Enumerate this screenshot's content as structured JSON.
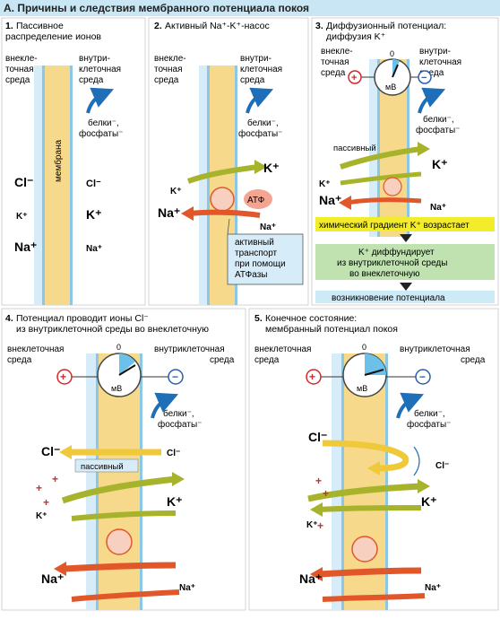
{
  "title": "А. Причины и следствия мембранного потенциала покоя",
  "panels": {
    "p1": {
      "number": "1.",
      "heading_line1": "Пассивное",
      "heading_line2": "распределение ионов",
      "outside_label": [
        "внекле-",
        "точная",
        "среда"
      ],
      "inside_label": [
        "внутри-",
        "клеточная",
        "среда"
      ],
      "membrane_label": "мембрана",
      "proteins_label": "белки⁻,",
      "phosphates_label": "фосфаты⁻",
      "ions_out": [
        "Cl⁻",
        "K⁺",
        "Na⁺"
      ],
      "ions_in": [
        "Cl⁻",
        "K⁺",
        "Na⁺"
      ]
    },
    "p2": {
      "number": "2.",
      "heading": "Активный Na⁺-K⁺-насос",
      "outside_label": [
        "внекле-",
        "точная",
        "среда"
      ],
      "inside_label": [
        "внутри-",
        "клеточная",
        "среда"
      ],
      "proteins_label": "белки⁻,",
      "phosphates_label": "фосфаты⁻",
      "k_in": "K⁺",
      "k_out": "K⁺",
      "atp": "АТФ",
      "na_out": "Na⁺",
      "na_in": "Na⁺",
      "note": [
        "активный",
        "транспорт",
        "при помощи",
        "АТФазы"
      ]
    },
    "p3": {
      "number": "3.",
      "heading_line1": "Диффузионный потенциал:",
      "heading_line2": "диффузия K⁺",
      "outside_label": [
        "внекле-",
        "точная",
        "среда"
      ],
      "inside_label": [
        "внутри-",
        "клеточная",
        "среда"
      ],
      "meter_zero": "0",
      "meter_unit": "мВ",
      "plus": "+",
      "minus": "−",
      "proteins_label": "белки⁻,",
      "phosphates_label": "фосфаты⁻",
      "passive": "пассивный",
      "k_in": "K⁺",
      "k_out": "K⁺",
      "na_out": "Na⁺",
      "na_in": "Na⁺",
      "flow": [
        "химический градиент K⁺ возрастает",
        "K⁺ диффундирует",
        "из внутриклеточной среды",
        "во внеклеточную",
        "возникновение потенциала"
      ]
    },
    "p4": {
      "number": "4.",
      "heading_line1": "Потенциал проводит ионы Cl⁻",
      "heading_line2": "из внутриклеточной среды во внеклеточную",
      "outside_label": [
        "внеклеточная",
        "среда"
      ],
      "inside_label": [
        "внутриклеточная",
        "среда"
      ],
      "meter_zero": "0",
      "meter_unit": "мВ",
      "plus": "+",
      "minus": "−",
      "proteins_label": "белки⁻,",
      "phosphates_label": "фосфаты⁻",
      "cl_out": "Cl⁻",
      "cl_in": "Cl⁻",
      "passive": "пассивный",
      "k_in": "K⁺",
      "k_out": "K⁺",
      "na_out": "Na⁺",
      "na_in": "Na⁺"
    },
    "p5": {
      "number": "5.",
      "heading_line1": "Конечное состояние:",
      "heading_line2": "мембранный потенциал покоя",
      "outside_label": [
        "внеклеточная",
        "среда"
      ],
      "inside_label": [
        "внутриклеточная",
        "среда"
      ],
      "meter_zero": "0",
      "meter_unit": "мВ",
      "plus": "+",
      "minus": "−",
      "proteins_label": "белки⁻,",
      "phosphates_label": "фосфаты⁻",
      "cl_out": "Cl⁻",
      "cl_in": "Cl⁻",
      "k_in": "K⁺",
      "k_out": "K⁺",
      "na_out": "Na⁺",
      "na_in": "Na⁺"
    }
  },
  "colors": {
    "title_bg": "#c9e6f4",
    "panel_bg": "#ffffff",
    "extracellular": "#d6ecf8",
    "membrane": "#f6d98a",
    "membrane_edge": "#8cc7e6",
    "k_arrow": "#a7b32a",
    "na_arrow": "#e2572a",
    "cl_arrow": "#f0c93a",
    "plus": "#d4262b",
    "minus": "#2b5fa8",
    "protein_arrow": "#1e6fb7",
    "flow_yellow": "#f3ec2a",
    "flow_green": "#bfe2b0",
    "flow_blue": "#cdeaf7"
  }
}
